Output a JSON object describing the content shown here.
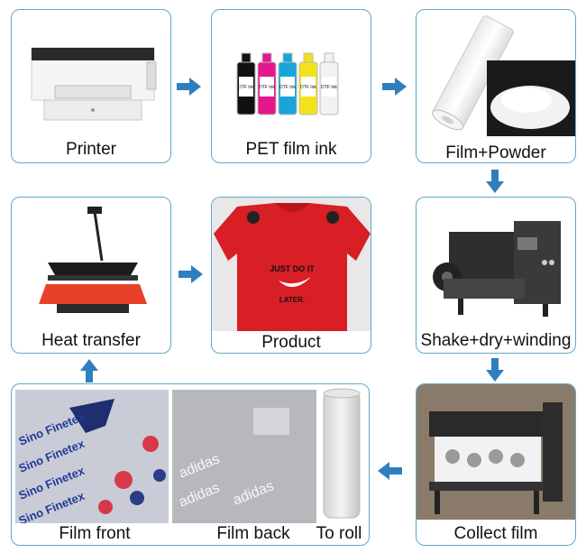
{
  "steps": {
    "printer": "Printer",
    "ink": "PET film ink",
    "film_powder": "Film+Powder",
    "shake": "Shake+dry+winding",
    "collect": "Collect film",
    "film_front": "Film front",
    "film_back": "Film back",
    "to_roll": "To roll",
    "heat": "Heat transfer",
    "product": "Product"
  },
  "ink_bottle_label": "DTF Ink",
  "ink_colors": [
    "#111111",
    "#e6168b",
    "#18a6d8",
    "#f2e21b",
    "#f2f2f2"
  ],
  "tshirt_text": {
    "line1": "JUST DO IT",
    "line2": "LATER."
  },
  "film_front_text": "Sino Finetex",
  "film_back_text": "adidas",
  "colors": {
    "card_border": "#5fa9c9",
    "arrow": "#2f7fbf",
    "tshirt": "#d81f26",
    "press_plate": "#e8402a"
  }
}
